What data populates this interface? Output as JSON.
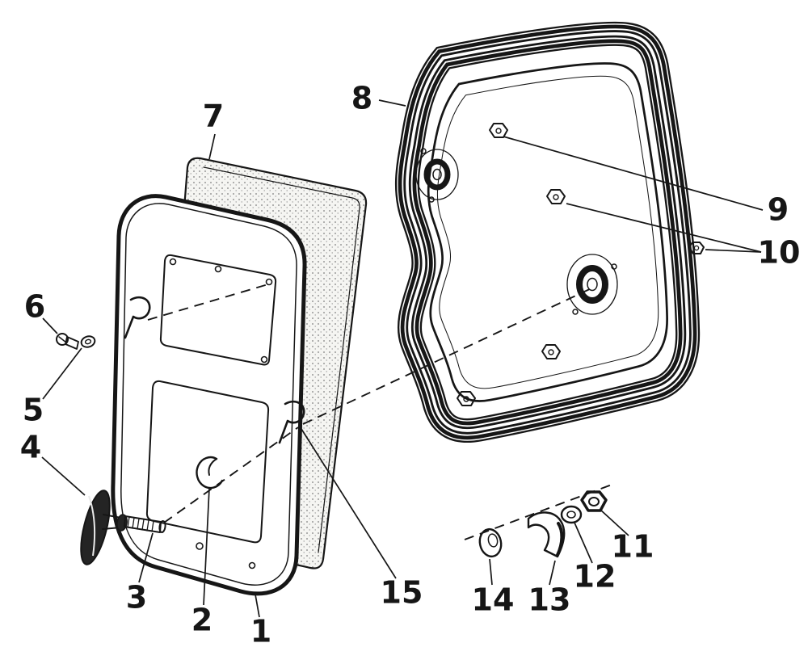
{
  "figure": {
    "paper_color": "#ffffff",
    "ink_color": "#161616",
    "callouts": [
      {
        "label": "1"
      },
      {
        "label": "2"
      },
      {
        "label": "3"
      },
      {
        "label": "4"
      },
      {
        "label": "5"
      },
      {
        "label": "6"
      },
      {
        "label": "7"
      },
      {
        "label": "8"
      },
      {
        "label": "9"
      },
      {
        "label": "10"
      },
      {
        "label": "11"
      },
      {
        "label": "12"
      },
      {
        "label": "13"
      },
      {
        "label": "14"
      },
      {
        "label": "15"
      }
    ]
  }
}
